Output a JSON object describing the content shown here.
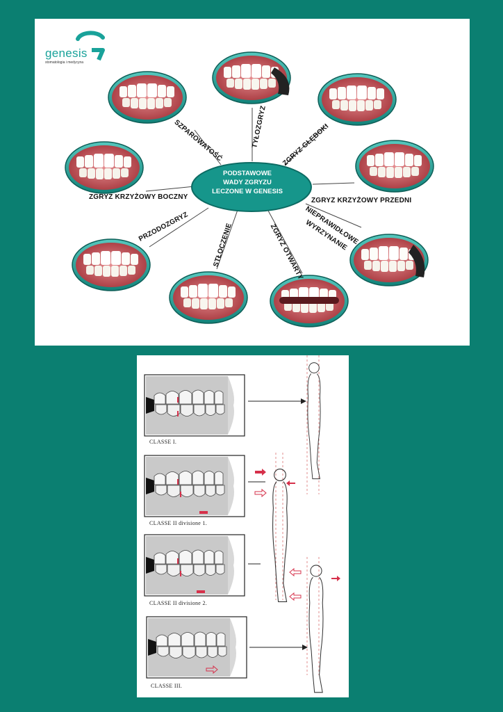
{
  "brand": {
    "name": "genesis",
    "tagline": "stomatologia i medycyna"
  },
  "center": {
    "line1": "PODSTAWOWE",
    "line2": "WADY ZGRYZU",
    "line3": "LECZONE W GENESIS"
  },
  "labels": {
    "szparowatosc": "SZPAROWATOŚĆ",
    "tylozgryz": "TYŁOZGRYZ",
    "zgryz_gleboki": "ZGRYZ GŁĘBOKI",
    "krzyzowy_boczny": "ZGRYZ KRZYŻOWY BOCZNY",
    "krzyzowy_przedni": "ZGRYZ KRZYŻOWY PRZEDNI",
    "nieprawidlowe_1": "NIEPRAWIDŁOWE",
    "nieprawidlowe_2": "WYRZYNANIE",
    "przodozgryz": "PRZODOZGRYZ",
    "stloczenie": "STŁOCZENIE",
    "zgryz_otwarty": "ZGRYZ OTWARTY"
  },
  "classes": {
    "c1": "CLASSE I.",
    "c2d1": "CLASSE II divisione 1.",
    "c2d2": "CLASSE II divisione 2.",
    "c3": "CLASSE III."
  },
  "colors": {
    "background": "#0b7f71",
    "ellipse_teal": "#1fa59a",
    "gum": "#c7575c",
    "arrow_red": "#d6304a"
  }
}
